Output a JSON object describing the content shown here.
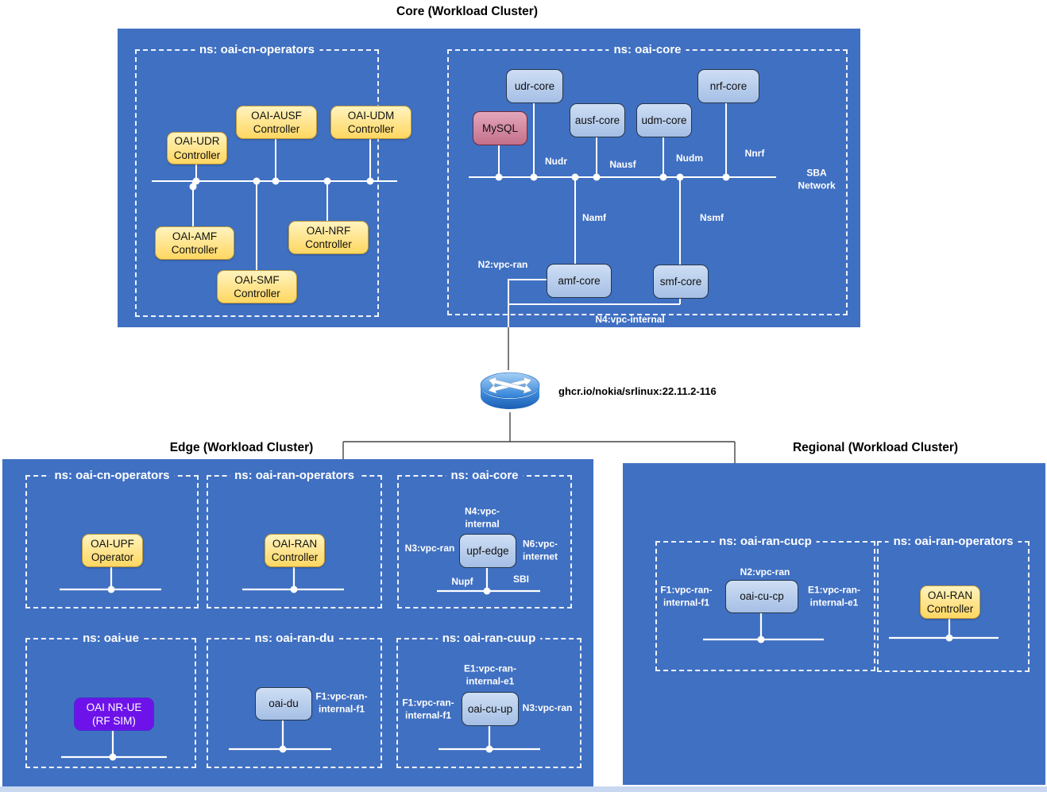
{
  "colors": {
    "cluster_blue": "#4070C2",
    "node_yellow": "#FFD761",
    "node_light_blue": "#A5BFE5",
    "node_pink": "#C4708B",
    "node_purple": "#6D13EA",
    "line_white": "#FFFFFF",
    "bottom_strip": "#C9D8F1"
  },
  "core_cluster": {
    "title": "Core (Workload Cluster)",
    "ns_cn_operators": {
      "label": "ns: oai-cn-operators",
      "nodes": {
        "udr": "OAI-UDR\nController",
        "ausf": "OAI-AUSF\nController",
        "udm": "OAI-UDM\nController",
        "amf": "OAI-AMF\nController",
        "nrf": "OAI-NRF\nController",
        "smf": "OAI-SMF\nController"
      }
    },
    "ns_core": {
      "label": "ns: oai-core",
      "nodes": {
        "udr_core": "udr-core",
        "mysql": "MySQL",
        "ausf_core": "ausf-core",
        "udm_core": "udm-core",
        "nrf_core": "nrf-core",
        "amf_core": "amf-core",
        "smf_core": "smf-core"
      },
      "edge_labels": {
        "nudr": "Nudr",
        "nausf": "Nausf",
        "nudm": "Nudm",
        "nnrf": "Nnrf",
        "namf": "Namf",
        "nsmf": "Nsmf",
        "n2": "N2:vpc-ran",
        "n4": "N4:vpc-internal",
        "sba": "SBA\nNetwork"
      }
    }
  },
  "router": {
    "image_label": "ghcr.io/nokia/srlinux:22.11.2-116"
  },
  "edge_cluster": {
    "title": "Edge (Workload Cluster)",
    "ns_cn_operators": {
      "label": "ns: oai-cn-operators",
      "node": "OAI-UPF\nOperator"
    },
    "ns_ran_operators": {
      "label": "ns: oai-ran-operators",
      "node": "OAI-RAN\nController"
    },
    "ns_core": {
      "label": "ns: oai-core",
      "node": "upf-edge",
      "labels": {
        "n4": "N4:vpc-\ninternal",
        "n3": "N3:vpc-ran",
        "n6": "N6:vpc-\ninternet",
        "nupf": "Nupf",
        "sbi": "SBI"
      }
    },
    "ns_ue": {
      "label": "ns: oai-ue",
      "node": "OAI NR-UE\n(RF SIM)"
    },
    "ns_ran_du": {
      "label": "ns: oai-ran-du",
      "node": "oai-du",
      "labels": {
        "f1": "F1:vpc-ran-\ninternal-f1"
      }
    },
    "ns_ran_cuup": {
      "label": "ns: oai-ran-cuup",
      "node": "oai-cu-up",
      "labels": {
        "e1": "E1:vpc-ran-\ninternal-e1",
        "f1": "F1:vpc-ran-\ninternal-f1",
        "n3": "N3:vpc-ran"
      }
    }
  },
  "regional_cluster": {
    "title": "Regional (Workload Cluster)",
    "ns_ran_cucp": {
      "label": "ns: oai-ran-cucp",
      "node": "oai-cu-cp",
      "labels": {
        "n2": "N2:vpc-ran",
        "f1": "F1:vpc-ran-\ninternal-f1",
        "e1": "E1:vpc-ran-\ninternal-e1"
      }
    },
    "ns_ran_operators": {
      "label": "ns: oai-ran-operators",
      "node": "OAI-RAN\nController"
    }
  }
}
